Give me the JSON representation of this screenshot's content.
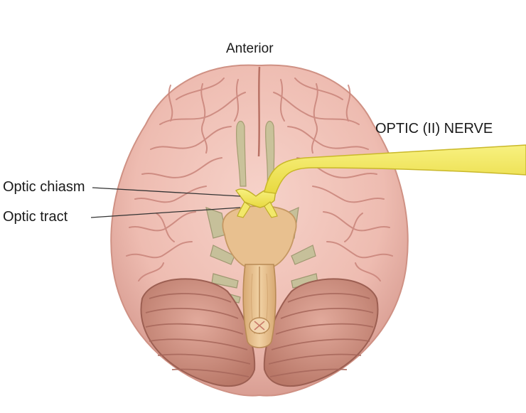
{
  "labels": {
    "anterior": "Anterior",
    "optic_nerve": "OPTIC (II) NERVE",
    "optic_chiasm": "Optic chiasm",
    "optic_tract": "Optic tract"
  },
  "colors": {
    "cerebrum": "#f0c2b8",
    "cerebrum_shadow": "#d99e93",
    "gyri_lines": "#c9847a",
    "cerebellum": "#d39889",
    "cerebellum_lines": "#a8685c",
    "brainstem": "#e9c393",
    "brainstem_shadow": "#c99c68",
    "other_nerves": "#c9c29a",
    "optic_nerve": "#f5ec62",
    "optic_nerve_edge": "#c9b82a",
    "leader_line": "#333333"
  }
}
